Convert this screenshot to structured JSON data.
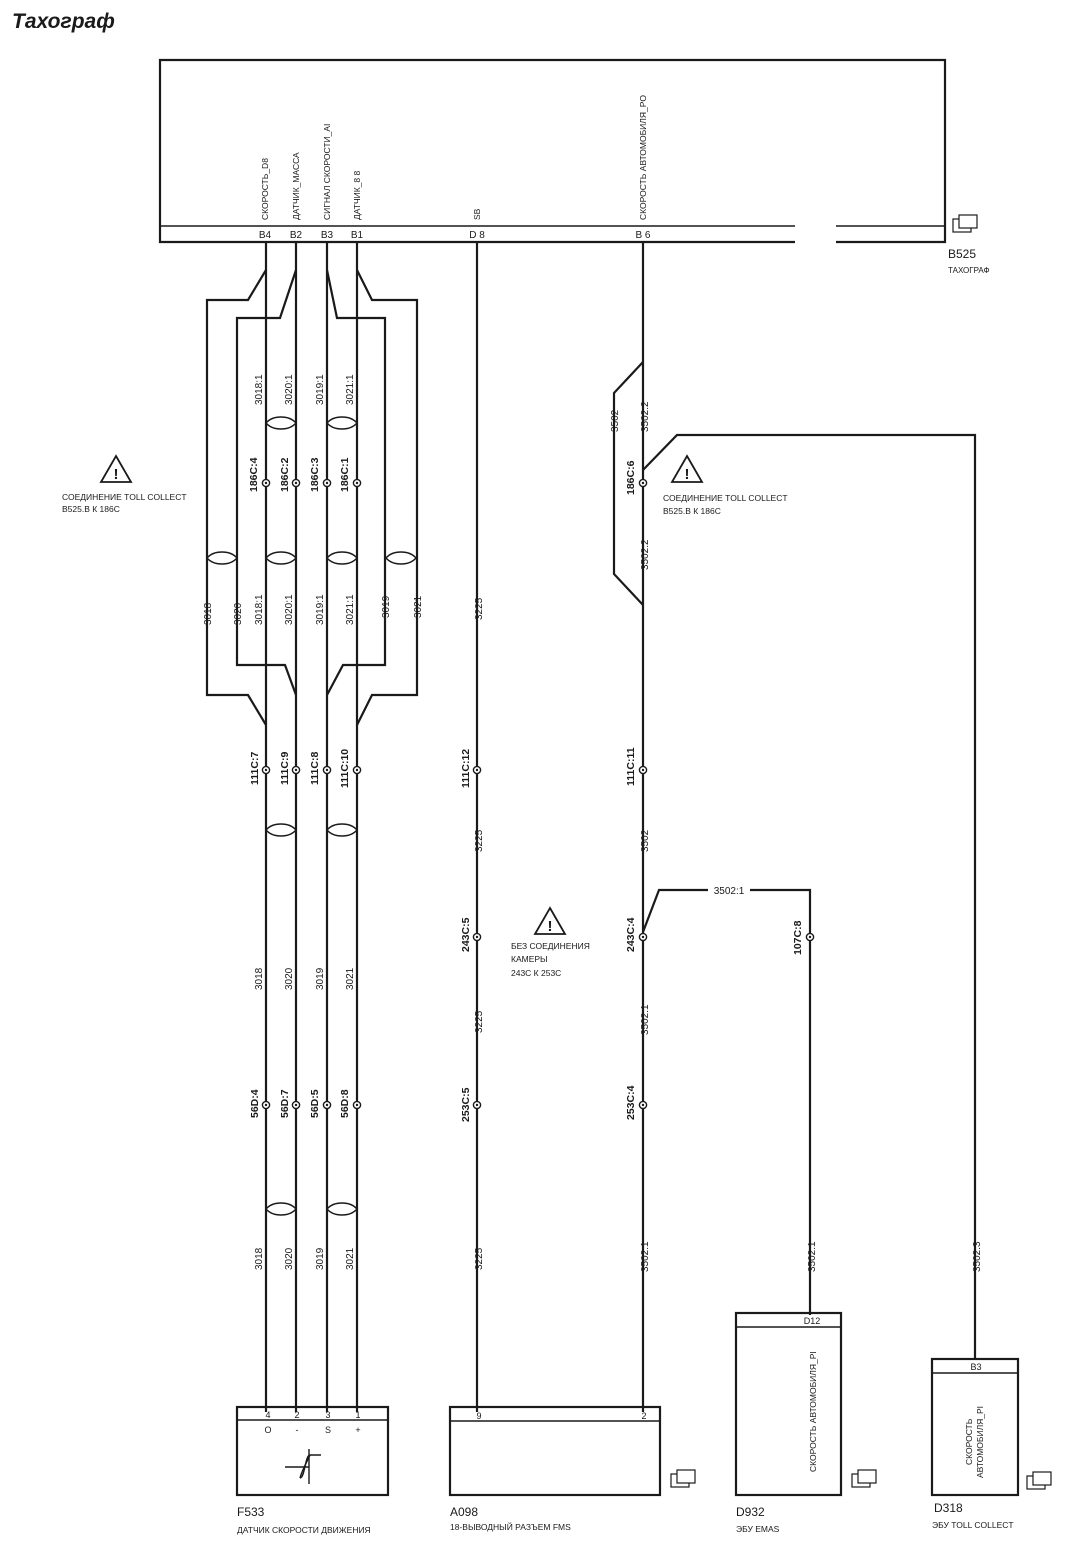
{
  "page_title": "Тахограф",
  "tachograph": {
    "id": "B525",
    "name": "ТАХОГРАФ",
    "pins": [
      {
        "pin": "B4",
        "signal": "СКОРОСТЬ_D8"
      },
      {
        "pin": "B2",
        "signal": "ДАТЧИК_МАССА"
      },
      {
        "pin": "B3",
        "signal": "СИГНАЛ СКОРОСТИ_AI"
      },
      {
        "pin": "B1",
        "signal": "ДАТЧИК_8 8"
      },
      {
        "pin": "D 8",
        "signal": "SB"
      },
      {
        "pin": "B 6",
        "signal": "СКОРОСТЬ АВТОМОБИЛЯ_PO"
      }
    ]
  },
  "notes": {
    "toll_left": {
      "line1": "СОЕДИНЕНИЕ TOLL COLLECT",
      "line2": "B525.B К 186C"
    },
    "toll_right": {
      "line1": "СОЕДИНЕНИЕ TOLL COLLECT",
      "line2": "B525.B К 186C"
    },
    "camera": {
      "line1": "БЕЗ СОЕДИНЕНИЯ",
      "line2": "КАМЕРЫ",
      "line3": "243C К 253C"
    }
  },
  "connectors": {
    "c186": [
      "186C:4",
      "186C:2",
      "186C:3",
      "186C:1",
      "186C:6"
    ],
    "c111": [
      "111C:7",
      "111C:9",
      "111C:8",
      "111C:10",
      "111C:12",
      "111C:11"
    ],
    "c243": [
      "243C:5",
      "243C:4"
    ],
    "c107": [
      "107C:8"
    ],
    "c56": [
      "56D:4",
      "56D:7",
      "56D:5",
      "56D:8"
    ],
    "c253": [
      "253C:5",
      "253C:4"
    ]
  },
  "wires": {
    "top": [
      "3018:1",
      "3020:1",
      "3019:1",
      "3021:1"
    ],
    "bypass": [
      "3018",
      "3020",
      "3019",
      "3021"
    ],
    "mid": [
      "3018:1",
      "3020:1",
      "3019:1",
      "3021:1"
    ],
    "low1": [
      "3018",
      "3020",
      "3019",
      "3021"
    ],
    "low2": [
      "3018",
      "3020",
      "3019",
      "3021"
    ],
    "fms": [
      "3225",
      "3225",
      "3225",
      "3225"
    ],
    "speed": [
      "3502",
      "3502:2",
      "3502:2",
      "3502",
      "3502:1",
      "3502:1",
      "3502:1",
      "3502:1",
      "3502:3"
    ]
  },
  "components": {
    "f533": {
      "id": "F533",
      "name": "ДАТЧИК СКОРОСТИ ДВИЖЕНИЯ",
      "pins": [
        "4",
        "2",
        "3",
        "1"
      ],
      "marks": [
        "O",
        "-",
        "S",
        "+"
      ]
    },
    "a098": {
      "id": "A098",
      "name": "18-ВЫВОДНЫЙ РАЗЪЕМ FMS",
      "pins": [
        "9",
        "2"
      ]
    },
    "d932": {
      "id": "D932",
      "name": "ЭБУ EMAS",
      "pin": "D12",
      "signal": "СКОРОСТЬ АВТОМОБИЛЯ_PI"
    },
    "d318": {
      "id": "D318",
      "name": "ЭБУ TOLL COLLECT",
      "pin": "B3",
      "signal_line1": "СКОРОСТЬ",
      "signal_line2": "АВТОМОБИЛЯ_PI"
    }
  }
}
